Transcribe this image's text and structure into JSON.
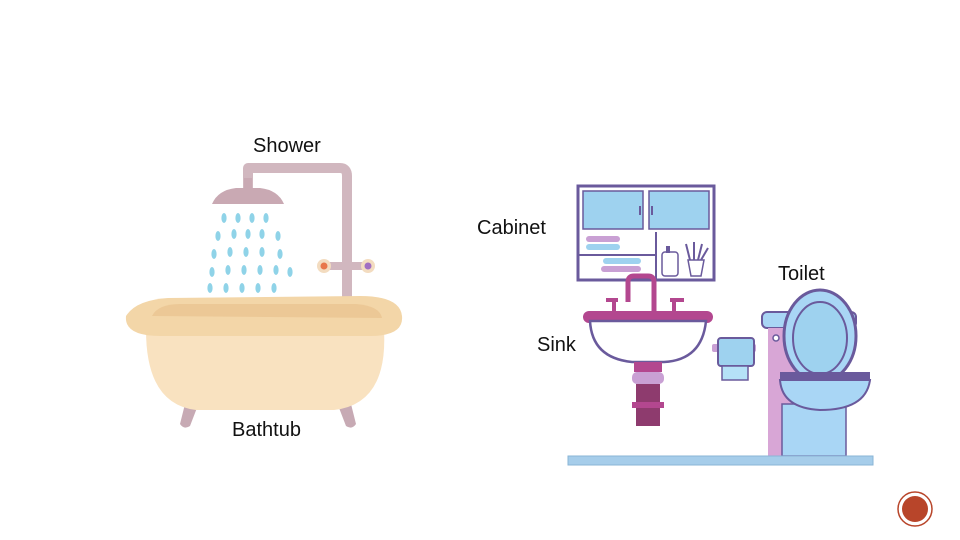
{
  "labels": {
    "shower": "Shower",
    "cabinet": "Cabinet",
    "toilet": "Toilet",
    "sink": "Sink",
    "bathtub": "Bathtub"
  },
  "colors": {
    "tub_body": "#f9e2c0",
    "tub_rim": "#f3d6a8",
    "pipe": "#d1b7bf",
    "water_drop": "#8fd3e8",
    "frame_purple": "#6a5a9c",
    "cabinet_blue": "#9ed2ef",
    "sink_magenta": "#b3478f",
    "toilet_blue": "#a9d6f5",
    "floor_blue": "#a6cdea",
    "badge_red": "#b8452a"
  },
  "icons": {
    "page_badge": "badge-icon"
  }
}
